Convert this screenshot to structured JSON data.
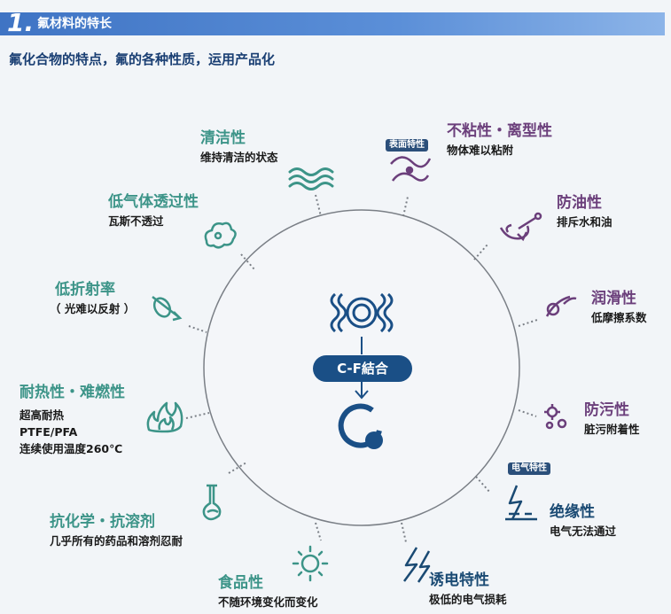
{
  "header": {
    "number": "1.",
    "title": "氟材料的特长"
  },
  "subtitle": "氟化合物的特点，氟的各种性质，运用产品化",
  "center": {
    "label": "C-F結合"
  },
  "badges": {
    "surface": "表面特性",
    "electric": "电气特性"
  },
  "properties": {
    "cleanliness": {
      "title": "清洁性",
      "desc": "维持清洁的状态"
    },
    "low_permeability": {
      "title": "低气体透过性",
      "desc": "瓦斯不透过"
    },
    "low_refraction": {
      "title": "低折射率",
      "desc": "（ 光难以反射 ）"
    },
    "heat_resistance": {
      "title": "耐热性・难燃性",
      "desc1": "超高耐热",
      "desc2": "PTFE/PFA",
      "desc3": "连续使用温度260℃"
    },
    "chemical_resistance": {
      "title": "抗化学・抗溶剂",
      "desc": "几乎所有的药品和溶剂忍耐"
    },
    "food": {
      "title": "食品性",
      "desc": "不随环境变化而变化"
    },
    "non_stick": {
      "title": "不粘性・离型性",
      "desc": "物体难以粘附"
    },
    "oil_proof": {
      "title": "防油性",
      "desc": "排斥水和油"
    },
    "lubricity": {
      "title": "润滑性",
      "desc": "低摩擦系数"
    },
    "stain_proof": {
      "title": "防污性",
      "desc": "脏污附着性"
    },
    "insulation": {
      "title": "绝缘性",
      "desc": "电气无法通过"
    },
    "dielectric": {
      "title": "诱电特性",
      "desc": "极低的电气损耗"
    }
  },
  "colors": {
    "teal": "#3c9488",
    "purple": "#6b3f7b",
    "navy": "#1a4a73",
    "header": "#3f74c4"
  }
}
